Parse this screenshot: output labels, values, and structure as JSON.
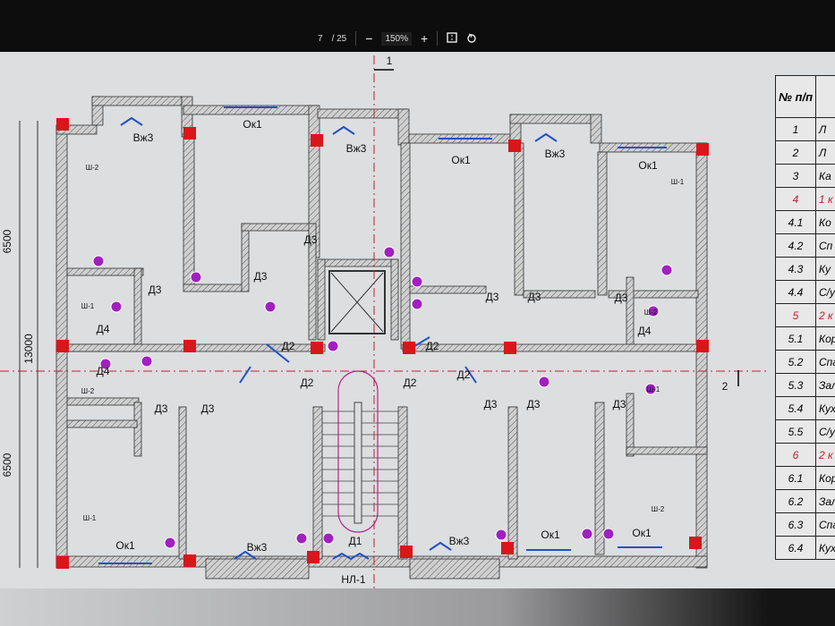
{
  "viewer": {
    "page_current": "7",
    "page_total": "/ 25",
    "zoom_out": "−",
    "zoom_level": "150%",
    "zoom_in": "+",
    "fit_icon": "fit-page-icon",
    "rotate_icon": "rotate-icon"
  },
  "plan": {
    "section_marks": [
      "1",
      "2"
    ],
    "dimensions": [
      "6500",
      "13000",
      "6500"
    ],
    "labels": [
      "Вж3",
      "Ок1",
      "Вж3",
      "Ок1",
      "Вж3",
      "Ок1",
      "Д3",
      "Д3",
      "Д3",
      "Д3",
      "Д3",
      "Д3",
      "Д4",
      "Д4",
      "Д2",
      "Д2",
      "Д4",
      "Д2",
      "Д2",
      "Д2",
      "Д3",
      "Д3",
      "Д3",
      "Д3",
      "Д3",
      "Ок1",
      "Вж3",
      "Д1",
      "Вж3",
      "Ок1",
      "Ок1",
      "НЛ-1"
    ],
    "shafts": [
      "Ш-2",
      "Ш-1",
      "Ш-1",
      "Ш-2",
      "Ш-2",
      "Ш-1",
      "Ш-1",
      "Ш-2"
    ],
    "colors": {
      "column": "#d8161b",
      "room_marker": "#a020c0",
      "door": "#2050c8",
      "wall_fill": "#c8c8c8"
    }
  },
  "table": {
    "header": "№ п/п",
    "rows": [
      {
        "n": "1",
        "t": "Л",
        "red": false
      },
      {
        "n": "2",
        "t": "Л",
        "red": false
      },
      {
        "n": "3",
        "t": "Ка",
        "red": false
      },
      {
        "n": "4",
        "t": "1 к",
        "red": true
      },
      {
        "n": "4.1",
        "t": "Ко",
        "red": false
      },
      {
        "n": "4.2",
        "t": "Сп",
        "red": false
      },
      {
        "n": "4.3",
        "t": "Ку",
        "red": false
      },
      {
        "n": "4.4",
        "t": "С/у",
        "red": false
      },
      {
        "n": "5",
        "t": "2 к",
        "red": true
      },
      {
        "n": "5.1",
        "t": "Кор",
        "red": false
      },
      {
        "n": "5.2",
        "t": "Спа",
        "red": false
      },
      {
        "n": "5.3",
        "t": "Зал",
        "red": false
      },
      {
        "n": "5.4",
        "t": "Кух",
        "red": false
      },
      {
        "n": "5.5",
        "t": "С/у",
        "red": false
      },
      {
        "n": "6",
        "t": "2 к",
        "red": true
      },
      {
        "n": "6.1",
        "t": "Кор",
        "red": false
      },
      {
        "n": "6.2",
        "t": "Зал",
        "red": false
      },
      {
        "n": "6.3",
        "t": "Спал",
        "red": false
      },
      {
        "n": "6.4",
        "t": "Кухн",
        "red": false
      }
    ]
  }
}
